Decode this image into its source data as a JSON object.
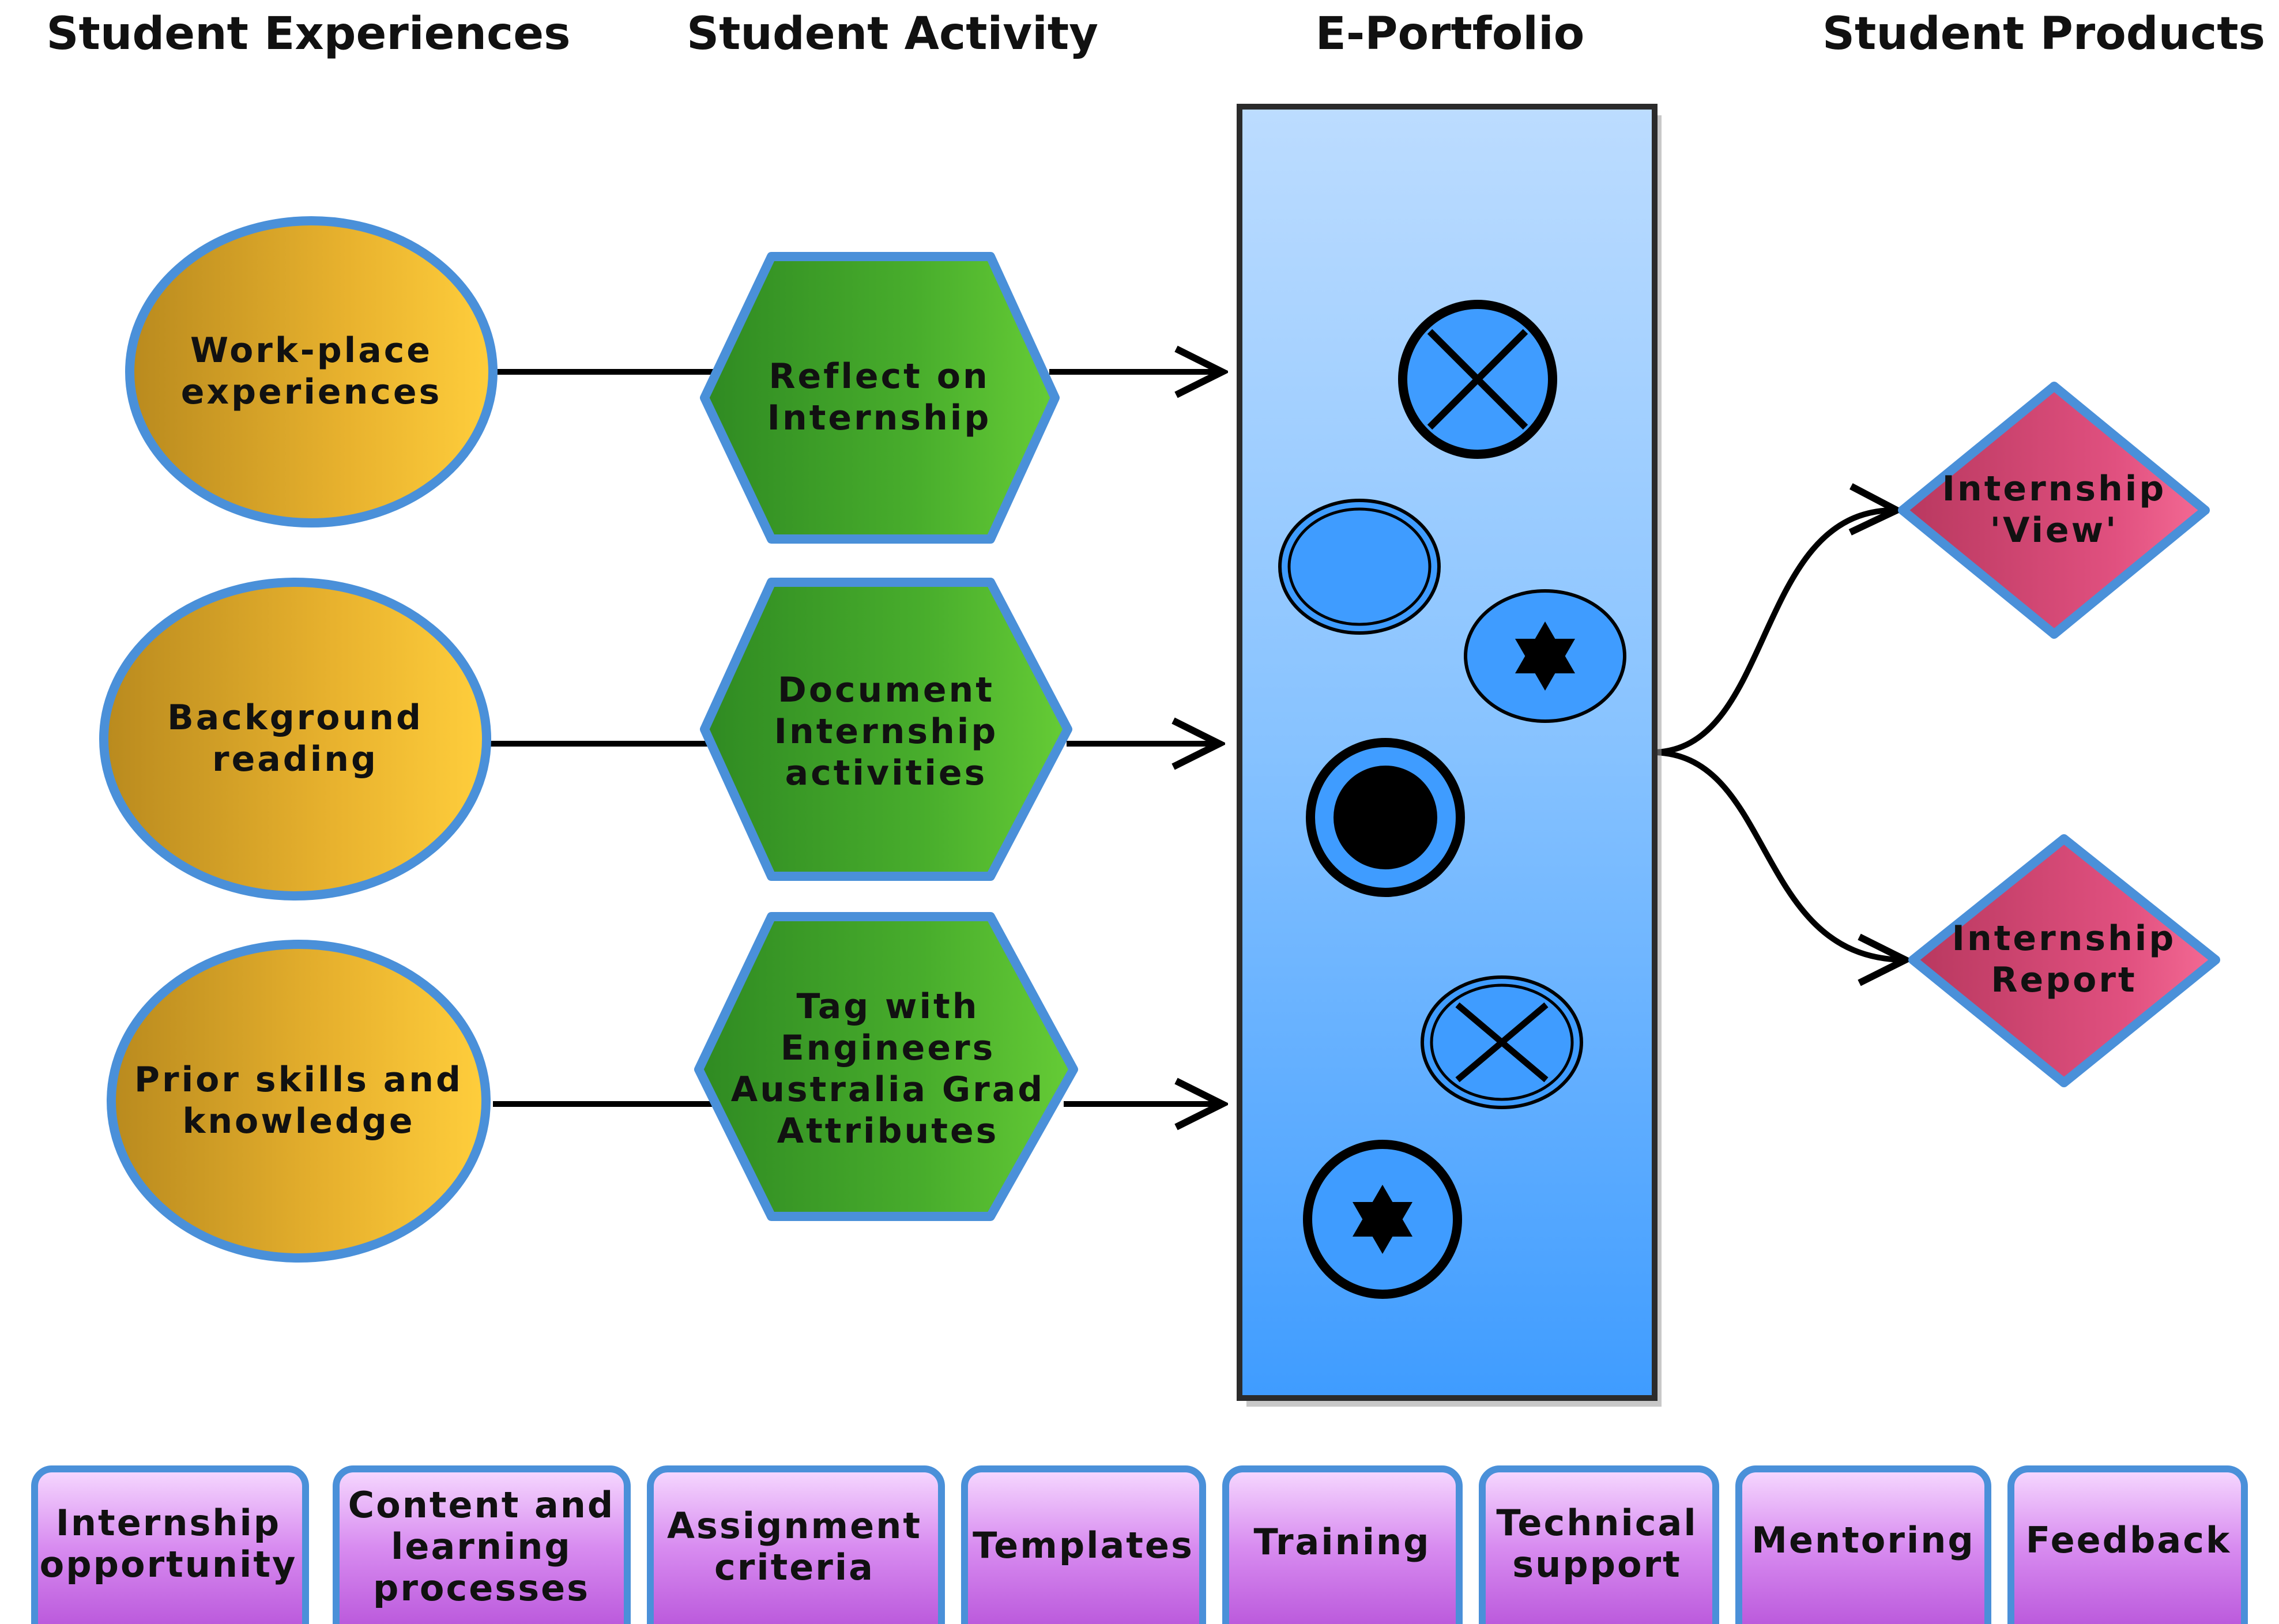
{
  "headers": {
    "experiences": "Student Experiences",
    "activity": "Student Activity",
    "eportfolio": "E-Portfolio",
    "products": "Student Products"
  },
  "experiences": [
    [
      "Work-place",
      "experiences"
    ],
    [
      "Background",
      "reading"
    ],
    [
      "Prior skills and",
      "knowledge"
    ]
  ],
  "activities": [
    [
      "Reflect on",
      "Internship"
    ],
    [
      "Document",
      "Internship",
      "activities"
    ],
    [
      "Tag with",
      "Engineers",
      "Australia Grad",
      "Attributes"
    ]
  ],
  "products": [
    [
      "Internship",
      "'View'"
    ],
    [
      "Internship",
      "Report"
    ]
  ],
  "supports": [
    [
      "Internship",
      "opportunity"
    ],
    [
      "Content and",
      "learning",
      "processes"
    ],
    [
      "Assignment",
      "criteria"
    ],
    [
      "Templates"
    ],
    [
      "Training"
    ],
    [
      "Technical",
      "support"
    ],
    [
      "Mentoring"
    ],
    [
      "Feedback"
    ]
  ],
  "portfolio_icons": [
    "circle-x-icon",
    "double-circle-icon",
    "star-of-david-icon",
    "filled-target-icon",
    "circle-x-icon",
    "star-of-david-icon"
  ],
  "colors": {
    "experience_fill": "#e0a82a",
    "activity_fill": "#4aae2e",
    "portfolio_fill": "#6fb6ff",
    "product_fill": "#d94a7c",
    "support_fill": "#c865e0",
    "shape_border": "#4a90d9"
  }
}
